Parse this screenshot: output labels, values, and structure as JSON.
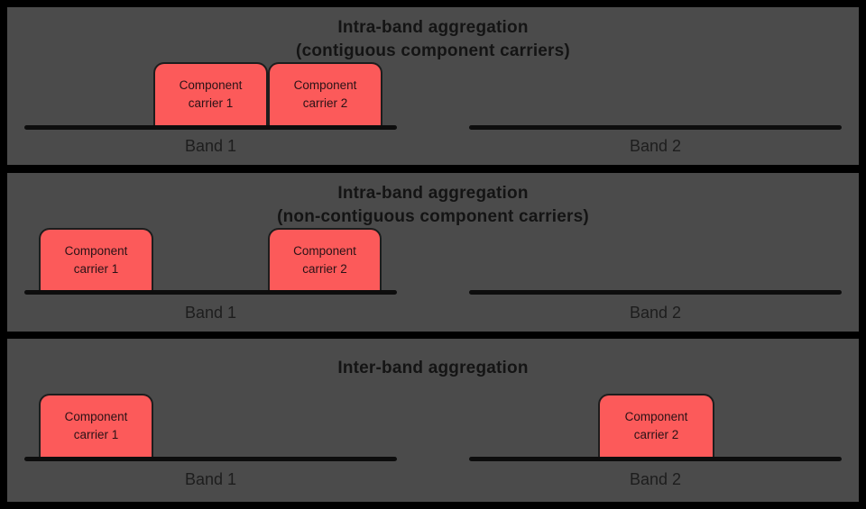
{
  "colors": {
    "frame_bg": "#000000",
    "panel_bg": "#4b4b4b",
    "carrier_fill": "#fc5a5a",
    "carrier_border": "#1d1d1d",
    "carrier_text": "#2a1216",
    "title_text": "#141414",
    "band_line": "#0d0d0d",
    "band_label_text": "#1d1d1d"
  },
  "panels": [
    {
      "id": "intra-band-contiguous",
      "title_line1": "Intra-band aggregation",
      "title_line2": "(contiguous component carriers)",
      "carriers": [
        {
          "line1": "Component",
          "line2": "carrier 1",
          "on_band": "Band 1",
          "position": "contiguous-left"
        },
        {
          "line1": "Component",
          "line2": "carrier 2",
          "on_band": "Band 1",
          "position": "contiguous-right"
        }
      ],
      "bands": [
        {
          "label": "Band 1"
        },
        {
          "label": "Band 2"
        }
      ]
    },
    {
      "id": "intra-band-non-contiguous",
      "title_line1": "Intra-band aggregation",
      "title_line2": "(non-contiguous component carriers)",
      "carriers": [
        {
          "line1": "Component",
          "line2": "carrier 1",
          "on_band": "Band 1",
          "position": "left"
        },
        {
          "line1": "Component",
          "line2": "carrier 2",
          "on_band": "Band 1",
          "position": "right-separated"
        }
      ],
      "bands": [
        {
          "label": "Band 1"
        },
        {
          "label": "Band 2"
        }
      ]
    },
    {
      "id": "inter-band",
      "title_line1": "Inter-band aggregation",
      "carriers": [
        {
          "line1": "Component",
          "line2": "carrier 1",
          "on_band": "Band 1",
          "position": "left"
        },
        {
          "line1": "Component",
          "line2": "carrier 2",
          "on_band": "Band 2",
          "position": "center"
        }
      ],
      "bands": [
        {
          "label": "Band 1"
        },
        {
          "label": "Band 2"
        }
      ]
    }
  ]
}
